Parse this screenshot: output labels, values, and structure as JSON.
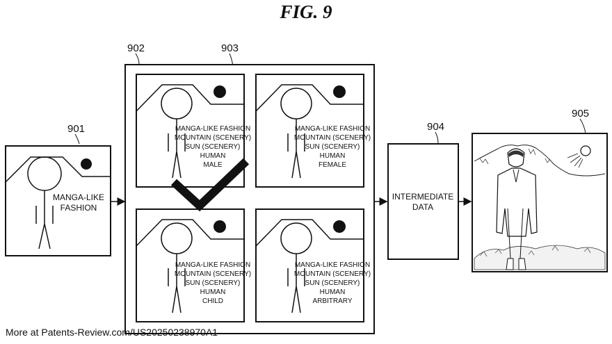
{
  "figure": {
    "title": "FIG. 9"
  },
  "refs": {
    "r901": "901",
    "r902": "902",
    "r903": "903",
    "r904": "904",
    "r905": "905"
  },
  "input": {
    "line1": "MANGA-LIKE",
    "line2": "FASHION"
  },
  "candidates": [
    {
      "lines": [
        "MANGA-LIKE FASHION",
        "MOUNTAIN (SCENERY)",
        "SUN (SCENERY)",
        "HUMAN",
        "MALE"
      ],
      "selected": true
    },
    {
      "lines": [
        "MANGA-LIKE FASHION",
        "MOUNTAIN (SCENERY)",
        "SUN (SCENERY)",
        "HUMAN",
        "FEMALE"
      ],
      "selected": false
    },
    {
      "lines": [
        "MANGA-LIKE FASHION",
        "MOUNTAIN (SCENERY)",
        "SUN (SCENERY)",
        "HUMAN",
        "CHILD"
      ],
      "selected": false
    },
    {
      "lines": [
        "MANGA-LIKE FASHION",
        "MOUNTAIN (SCENERY)",
        "SUN (SCENERY)",
        "HUMAN",
        "ARBITRARY"
      ],
      "selected": false
    }
  ],
  "intermediate": {
    "line1": "INTERMEDIATE",
    "line2": "DATA"
  },
  "footer": "More at Patents-Review.com/US20250238970A1"
}
